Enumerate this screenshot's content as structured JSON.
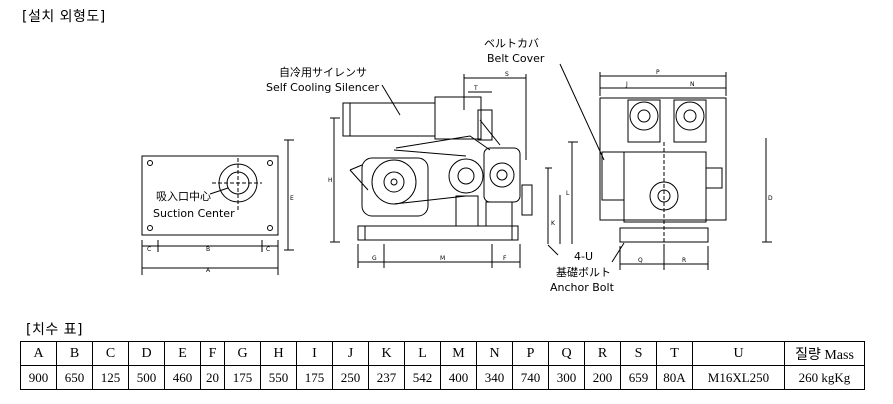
{
  "titles": {
    "outline": "[설치 외형도]",
    "dims": "[치수 표]"
  },
  "labels": {
    "silencer_jp": "自冷用サイレンサ",
    "silencer_en": "Self Cooling Silencer",
    "belt_jp": "ベルトカバ",
    "belt_en": "Belt Cover",
    "suction_jp": "吸入口中心",
    "suction_en": "Suction Center",
    "anchor_count": "4-U",
    "anchor_jp": "基礎ボルト",
    "anchor_en": "Anchor Bolt"
  },
  "dims_table": {
    "headers": [
      "A",
      "B",
      "C",
      "D",
      "E",
      "F",
      "G",
      "H",
      "I",
      "J",
      "K",
      "L",
      "M",
      "N",
      "P",
      "Q",
      "R",
      "S",
      "T",
      "U",
      "질량 Mass"
    ],
    "values": [
      "900",
      "650",
      "125",
      "500",
      "460",
      "20",
      "175",
      "550",
      "175",
      "250",
      "237",
      "542",
      "400",
      "340",
      "740",
      "300",
      "200",
      "659",
      "80A",
      "M16XL250",
      "260 kgKg"
    ]
  }
}
